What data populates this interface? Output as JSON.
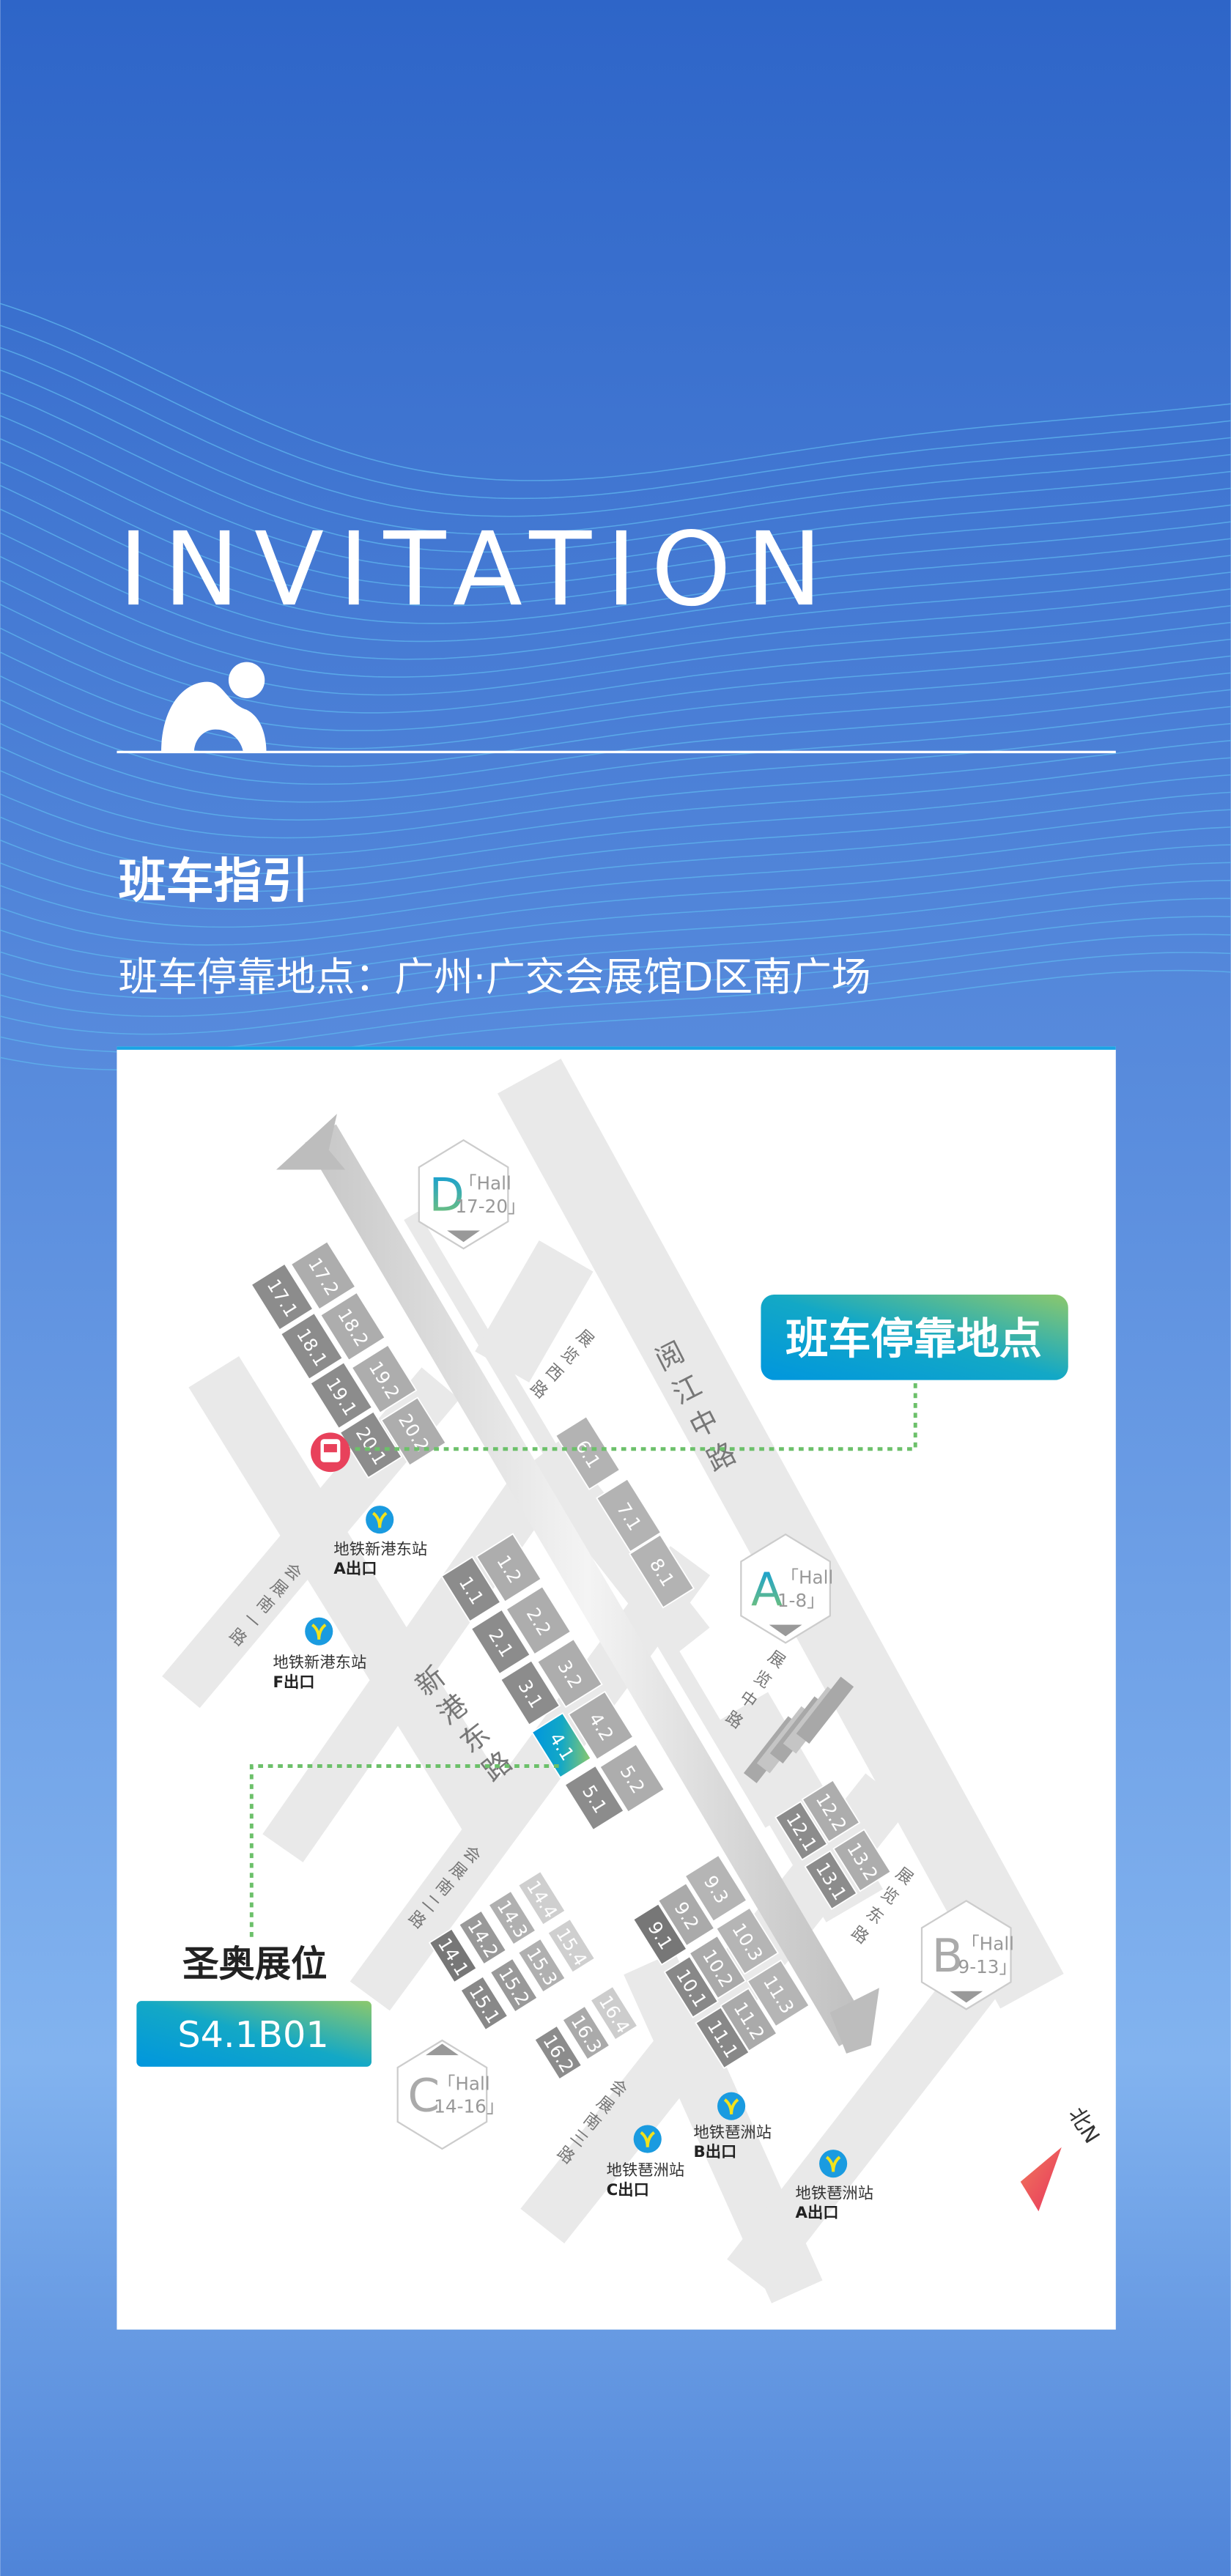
{
  "header": {
    "title": "INVITATION",
    "section_title": "班车指引",
    "location_line": "班车停靠地点：广州·广交会展馆D区南广场"
  },
  "colors": {
    "bg_top": "#2f66c8",
    "bg_mid": "#80b2ef",
    "wave": "#5fb6ee",
    "highlight_from": "#0096de",
    "highlight_to": "#86c66e",
    "dotted_line": "#6cc06a",
    "bus": "#e8415b",
    "metro": "#1a9be0",
    "metro_glyph": "#f2e21b"
  },
  "map": {
    "bus_callout": "班车停靠地点",
    "booth_title": "圣奥展位",
    "booth_code": "S4.1B01",
    "north_label": "北N",
    "zones": [
      {
        "letter": "D",
        "line1": "「Hall",
        "line2": "17-20」"
      },
      {
        "letter": "A",
        "line1": "「Hall",
        "line2": "1-8」"
      },
      {
        "letter": "B",
        "line1": "「Hall",
        "line2": "9-13」"
      },
      {
        "letter": "C",
        "line1": "「Hall",
        "line2": "14-16」"
      }
    ],
    "metro_exits": [
      {
        "station": "地铁新港东站",
        "exit": "A出口"
      },
      {
        "station": "地铁新港东站",
        "exit": "F出口"
      },
      {
        "station": "地铁琶洲站",
        "exit": "C出口"
      },
      {
        "station": "地铁琶洲站",
        "exit": "B出口"
      },
      {
        "station": "地铁琶洲站",
        "exit": "A出口"
      }
    ],
    "roads": [
      "阅江中路",
      "展览西路",
      "新港东路",
      "会展南一路",
      "展览中路",
      "展览东路",
      "会展南二路",
      "会展南三路"
    ],
    "halls": [
      "17.1",
      "18.1",
      "19.1",
      "20.1",
      "17.2",
      "18.2",
      "19.2",
      "20.2",
      "6.1",
      "7.1",
      "8.1",
      "1.1",
      "2.1",
      "3.1",
      "4.1",
      "5.1",
      "1.2",
      "2.2",
      "3.2",
      "4.2",
      "5.2",
      "12.1",
      "13.1",
      "12.2",
      "13.2",
      "9.1",
      "10.1",
      "11.1",
      "9.2",
      "10.2",
      "11.2",
      "9.3",
      "10.3",
      "11.3",
      "14.1",
      "15.1",
      "14.2",
      "15.2",
      "14.3",
      "15.3",
      "14.4",
      "15.4",
      "16.2",
      "16.3",
      "16.4"
    ],
    "highlight_hall": "4.1"
  }
}
